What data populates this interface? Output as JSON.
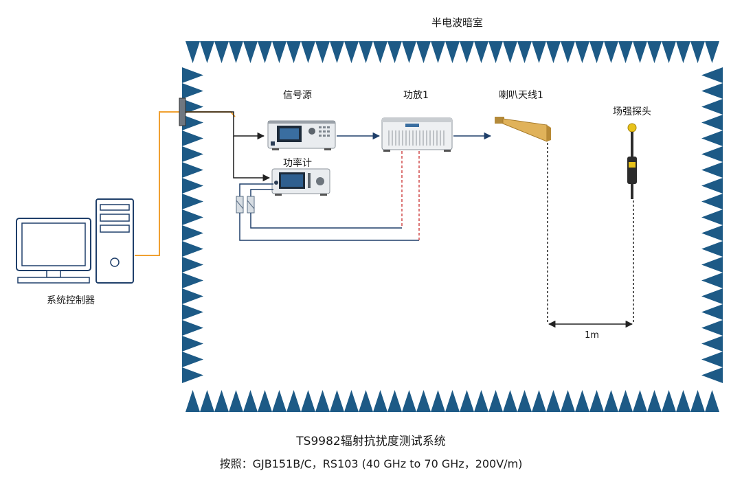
{
  "chamber": {
    "title": "半电波暗室",
    "absorber_color": "#1d5a86"
  },
  "devices": {
    "signal_source": "信号源",
    "power_amp": "功放1",
    "power_meter": "功率计",
    "horn_antenna": "喇叭天线1",
    "field_probe": "场强探头",
    "controller": "系统控制器"
  },
  "distance_label": "1m",
  "caption": {
    "title": "TS9982辐射抗扰度测试系统",
    "standard": "按照：GJB151B/C，RS103 (40 GHz to 70 GHz，200V/m)"
  },
  "colors": {
    "cable_orange": "#f0a030",
    "cable_navy": "#1f3f6a",
    "dashed_red": "#d04a4a"
  }
}
